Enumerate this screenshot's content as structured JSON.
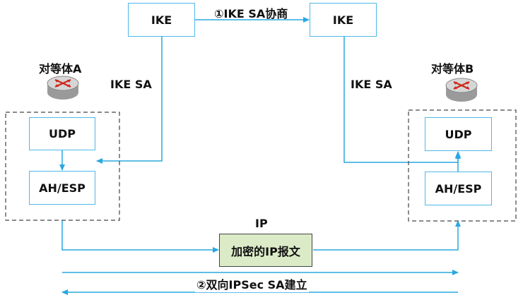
{
  "colors": {
    "line": "#29a8e0",
    "box_border": "#4fb8e8",
    "datagram_fill": "#dcebc7"
  },
  "ike_left": "IKE",
  "ike_right": "IKE",
  "ike_sa_exchange": "①IKE SA协商",
  "ike_sa_left": "IKE SA",
  "ike_sa_right": "IKE SA",
  "peer_a": {
    "label": "对等体A",
    "udp": "UDP",
    "ah_esp": "AH/ESP",
    "icon": "router-icon"
  },
  "peer_b": {
    "label": "对等体B",
    "udp": "UDP",
    "ah_esp": "AH/ESP",
    "icon": "router-icon"
  },
  "ip_label": "IP",
  "encrypted_datagram": "加密的IP报文",
  "bidirectional_label": "②双向IPSec SA建立"
}
